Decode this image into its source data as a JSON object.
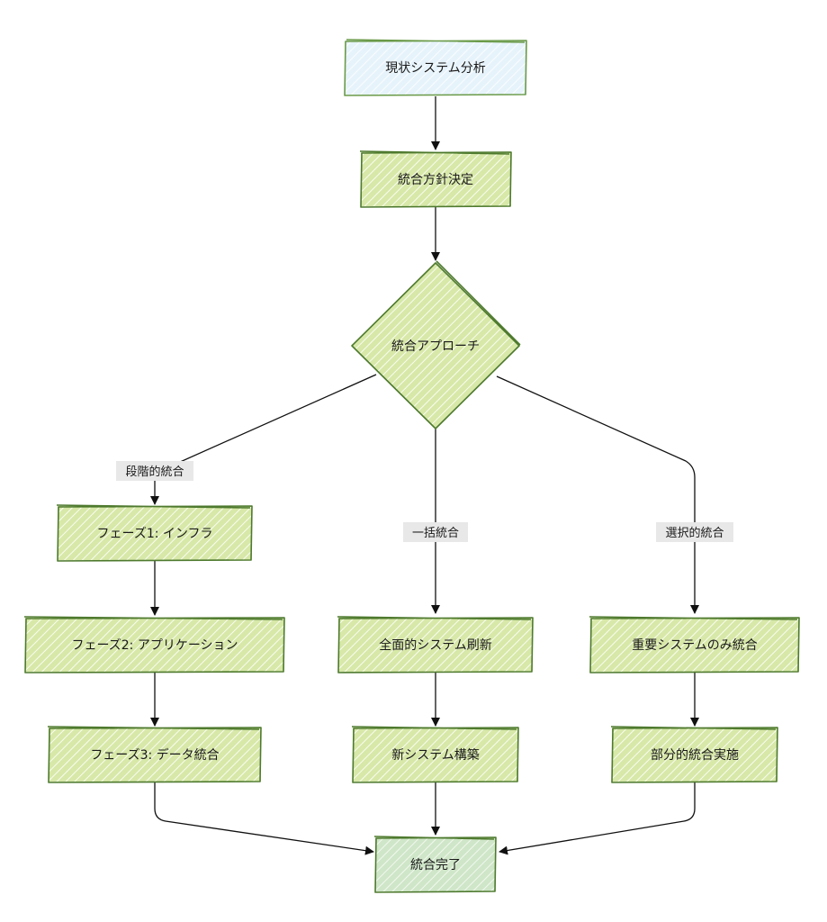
{
  "colors": {
    "start_fill": "#e6f3fb",
    "start_stroke": "#6a9a48",
    "step_fill": "#d7e8a8",
    "step_stroke": "#4e7a2e",
    "end_fill": "#cfe6c8",
    "hatch": "#ffffff",
    "edge": "#111111",
    "label_bg": "#e8e8e8"
  },
  "nodes": {
    "analysis": "現状システム分析",
    "policy": "統合方針決定",
    "approach": "統合アプローチ",
    "phase1": "フェーズ1: インフラ",
    "phase2": "フェーズ2: アプリケーション",
    "phase3": "フェーズ3: データ統合",
    "full_refresh": "全面的システム刷新",
    "new_build": "新システム構築",
    "selective": "重要システムのみ統合",
    "partial": "部分的統合実施",
    "done": "統合完了"
  },
  "edges": {
    "phased": "段階的統合",
    "bulk": "一括統合",
    "select": "選択的統合"
  }
}
